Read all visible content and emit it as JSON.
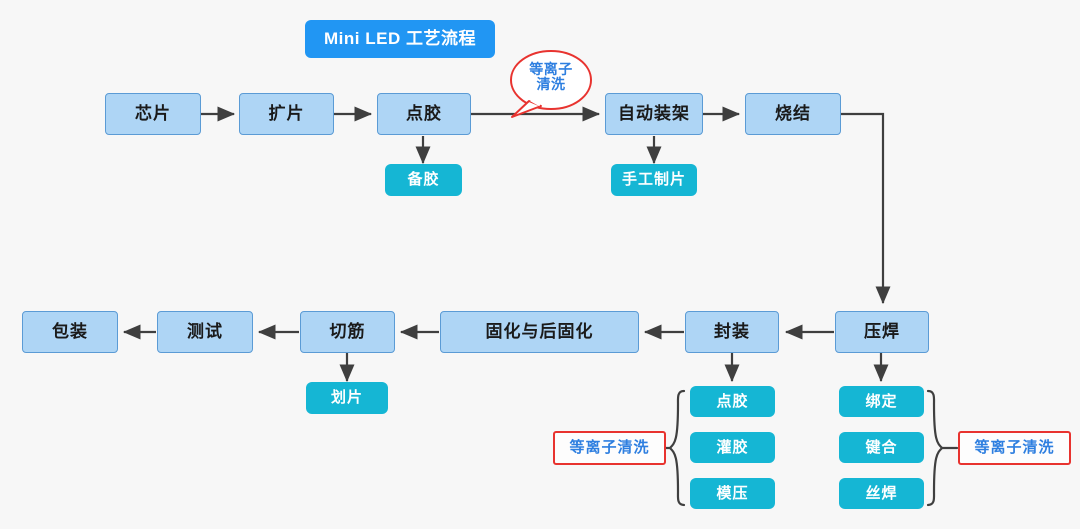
{
  "diagram": {
    "title": "Mini LED 工艺流程",
    "background_color": "#f7f7f7",
    "colors": {
      "step_fill": "#aed5f5",
      "step_border": "#5b9bd5",
      "sub_fill": "#15b6d4",
      "title_fill": "#2196f3",
      "note_border": "#e8332f",
      "note_text": "#2e7fe0",
      "arrow": "#3f3f3f"
    },
    "row1": [
      {
        "label": "芯片"
      },
      {
        "label": "扩片"
      },
      {
        "label": "点胶"
      },
      {
        "label": "自动装架"
      },
      {
        "label": "烧结"
      }
    ],
    "row1_subs": [
      {
        "label": "备胶"
      },
      {
        "label": "手工制片"
      }
    ],
    "callout": {
      "line1": "等离子",
      "line2": "清洗"
    },
    "row2": [
      {
        "label": "包装"
      },
      {
        "label": "测试"
      },
      {
        "label": "切筋"
      },
      {
        "label": "固化与后固化"
      },
      {
        "label": "封装"
      },
      {
        "label": "压焊"
      }
    ],
    "row2_subs": [
      {
        "label": "划片"
      }
    ],
    "group_left": {
      "note": "等离子清洗",
      "items": [
        {
          "label": "点胶"
        },
        {
          "label": "灌胶"
        },
        {
          "label": "模压"
        }
      ]
    },
    "group_right": {
      "note": "等离子清洗",
      "items": [
        {
          "label": "绑定"
        },
        {
          "label": "键合"
        },
        {
          "label": "丝焊"
        }
      ]
    }
  }
}
